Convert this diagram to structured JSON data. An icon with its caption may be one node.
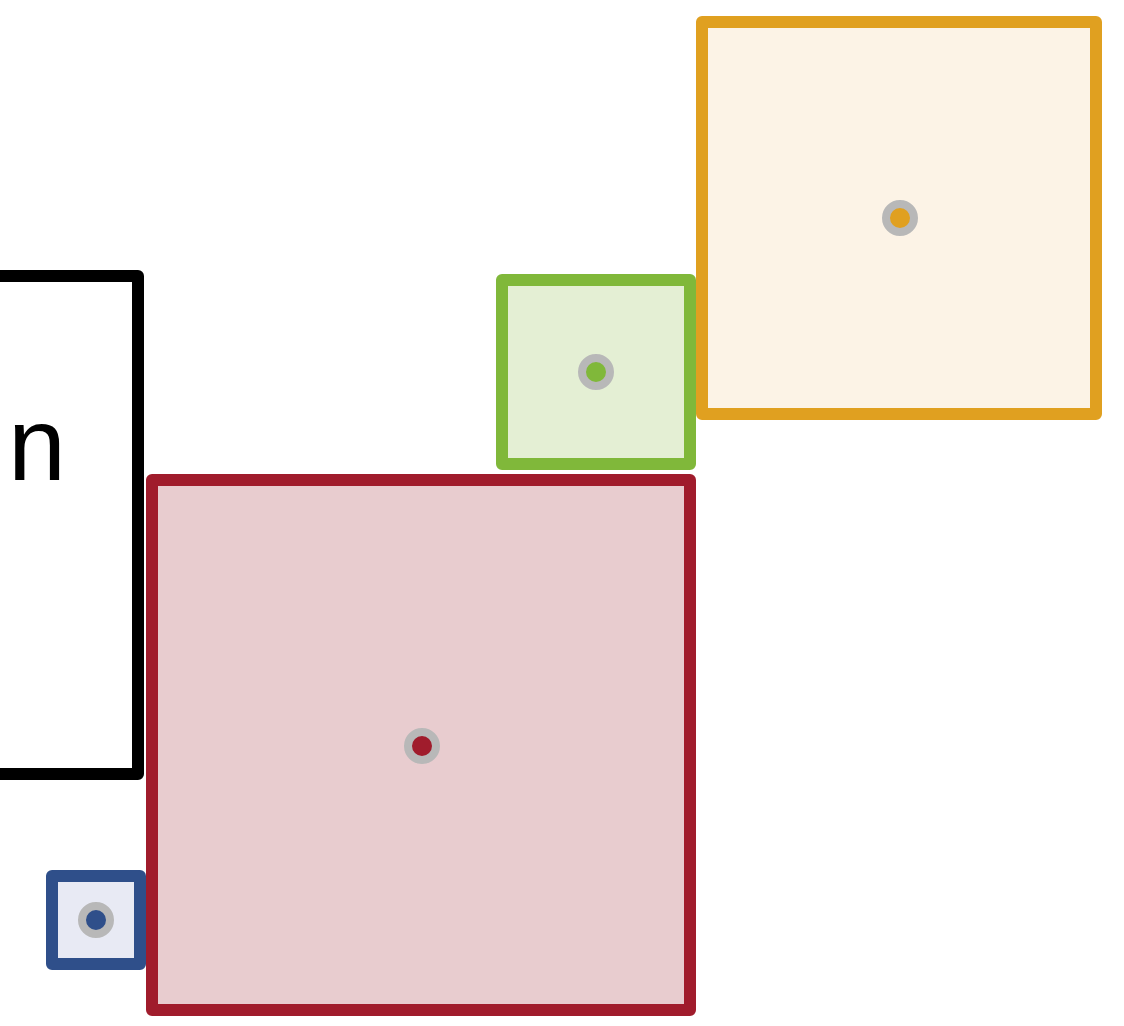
{
  "diagram": {
    "nodes": [
      {
        "text": [],
        "shape": "box"
      },
      {
        "text": [
          "n"
        ]
      },
      {
        "text": [],
        "shape": "box"
      },
      {
        "text": [],
        "shape": "box"
      },
      {
        "text": [],
        "shape": "box"
      }
    ]
  }
}
